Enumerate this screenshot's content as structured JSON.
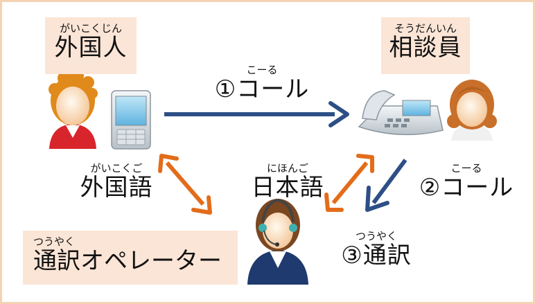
{
  "labels": {
    "foreigner": {
      "ruby": "がいこくじん",
      "text": "外国人"
    },
    "counselor": {
      "ruby": "そうだんいん",
      "text": "相談員"
    },
    "call1": {
      "ruby": "こーる",
      "text": "①コール"
    },
    "foreign_language": {
      "ruby": "がいこくご",
      "text": "外国語"
    },
    "japanese": {
      "ruby": "にほんご",
      "text": "日本語"
    },
    "call2": {
      "ruby": "こーる",
      "text": "②コール"
    },
    "interpreter_operator": {
      "ruby": "つうやく",
      "text": "通訳オペレーター"
    },
    "interpretation": {
      "ruby": "つうやく",
      "text": "③通訳"
    }
  },
  "colors": {
    "blue_arrow": "#2d4f86",
    "orange_arrow": "#e36c1a",
    "label_box": "#fbe5d6",
    "frame": "#f3d3b3"
  },
  "icons": [
    "foreigner-person-icon",
    "mobile-phone-icon",
    "desk-phone-icon",
    "counselor-person-icon",
    "operator-headset-icon"
  ]
}
